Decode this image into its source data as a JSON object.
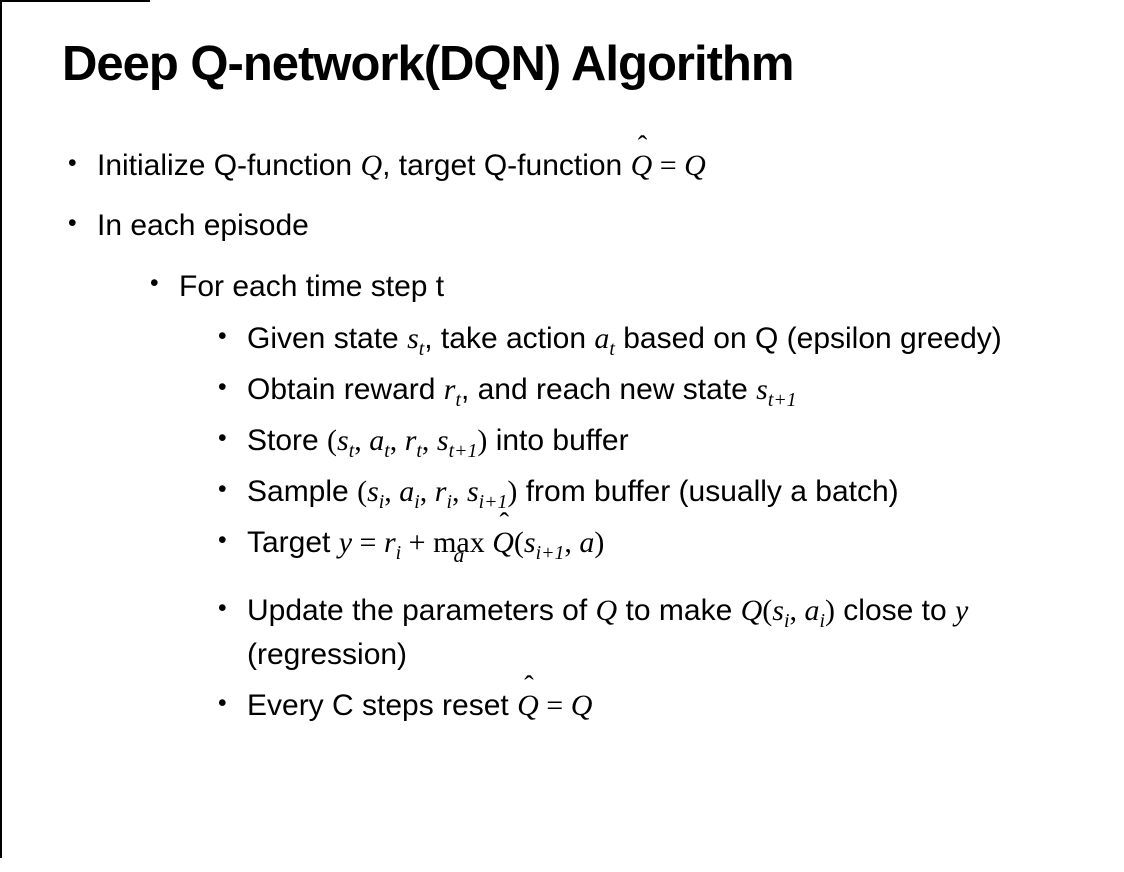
{
  "title": "Deep Q-network(DQN) Algorithm",
  "colors": {
    "background": "#ffffff",
    "text": "#000000",
    "border": "#000000"
  },
  "bullet_glyph": "•",
  "bullets": [
    {
      "level": 1,
      "runs": [
        {
          "t": "Initialize Q-function "
        },
        {
          "m": "Q"
        },
        {
          "t": ", target Q-function "
        },
        {
          "hat": "Q"
        },
        {
          "o": " = "
        },
        {
          "m": "Q"
        }
      ]
    },
    {
      "level": 1,
      "runs": [
        {
          "t": "In each episode"
        }
      ]
    },
    {
      "level": 2,
      "runs": [
        {
          "t": "For each time step t"
        }
      ]
    },
    {
      "level": 3,
      "runs": [
        {
          "t": "Given state "
        },
        {
          "b": "s",
          "s": "t"
        },
        {
          "t": ", take action "
        },
        {
          "b": "a",
          "s": "t"
        },
        {
          "t": " based on Q (epsilon greedy)"
        }
      ]
    },
    {
      "level": 3,
      "runs": [
        {
          "t": "Obtain reward "
        },
        {
          "b": "r",
          "s": "t"
        },
        {
          "t": ", and reach new state "
        },
        {
          "b": "s",
          "s": "t+1"
        }
      ]
    },
    {
      "level": 3,
      "runs": [
        {
          "t": "Store "
        },
        {
          "o": "("
        },
        {
          "b": "s",
          "s": "t"
        },
        {
          "o": ", "
        },
        {
          "b": "a",
          "s": "t"
        },
        {
          "o": ", "
        },
        {
          "b": "r",
          "s": "t"
        },
        {
          "o": ", "
        },
        {
          "b": "s",
          "s": "t+1"
        },
        {
          "o": ")"
        },
        {
          "t": " into buffer"
        }
      ]
    },
    {
      "level": 3,
      "runs": [
        {
          "t": "Sample "
        },
        {
          "o": "("
        },
        {
          "b": "s",
          "s": "i"
        },
        {
          "o": ", "
        },
        {
          "b": "a",
          "s": "i"
        },
        {
          "o": ", "
        },
        {
          "b": "r",
          "s": "i"
        },
        {
          "o": ", "
        },
        {
          "b": "s",
          "s": "i+1"
        },
        {
          "o": ")"
        },
        {
          "t": " from buffer (usually a batch)"
        }
      ]
    },
    {
      "level": 3,
      "runs": [
        {
          "t": "Target "
        },
        {
          "m": "y"
        },
        {
          "o": " = "
        },
        {
          "b": "r",
          "s": "i"
        },
        {
          "o": " + "
        },
        {
          "mx": "max",
          "u": "a"
        },
        {
          "o": " "
        },
        {
          "hat": "Q"
        },
        {
          "o": "("
        },
        {
          "b": "s",
          "s": "i+1"
        },
        {
          "o": ", "
        },
        {
          "m": "a"
        },
        {
          "o": ")"
        }
      ]
    },
    {
      "level": 3,
      "runs": [
        {
          "t": "Update the parameters of "
        },
        {
          "m": "Q"
        },
        {
          "t": " to make "
        },
        {
          "m": "Q"
        },
        {
          "o": "("
        },
        {
          "b": "s",
          "s": "i"
        },
        {
          "o": ", "
        },
        {
          "b": "a",
          "s": "i"
        },
        {
          "o": ")"
        },
        {
          "t": " close to "
        },
        {
          "m": "y"
        },
        {
          "t": " (regression)"
        }
      ]
    },
    {
      "level": 3,
      "runs": [
        {
          "t": "Every C steps reset "
        },
        {
          "hat": "Q"
        },
        {
          "o": " = "
        },
        {
          "m": "Q"
        }
      ]
    }
  ]
}
